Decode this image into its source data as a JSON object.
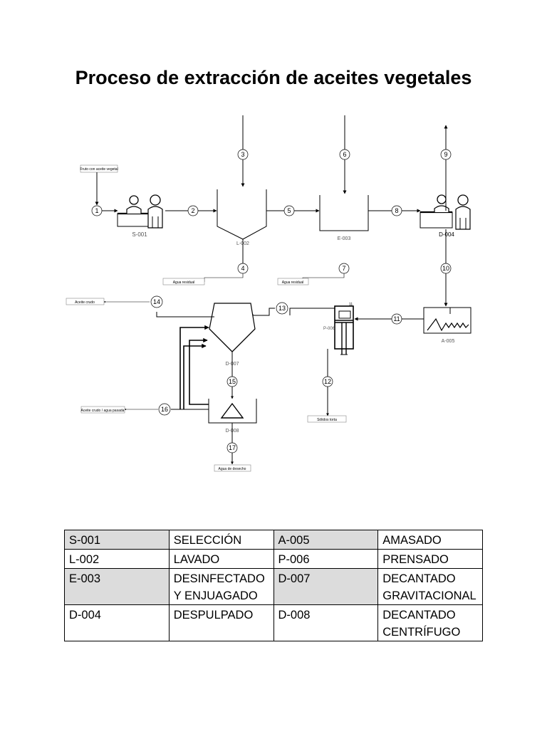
{
  "title": "Proceso de extracción de aceites vegetales",
  "diagram": {
    "streams": [
      "1",
      "2",
      "3",
      "4",
      "5",
      "6",
      "7",
      "8",
      "9",
      "10",
      "11",
      "12",
      "13",
      "14",
      "15",
      "16",
      "17"
    ],
    "equipment_tags": [
      "S-001",
      "L-002",
      "E-003",
      "D-004",
      "A-005",
      "P-006",
      "D-007",
      "D-008"
    ],
    "boxes": {
      "input": "Fruto con aceite vegetal",
      "agua_residual_1": "Agua residual",
      "agua_residual_2": "Agua residual",
      "aceite_crudo": "Aceite crudo",
      "aceite_agua": "Aceite crudo / agua pasada",
      "solidos": "Sólidos torta",
      "agua_desecho": "Agua de desecho"
    }
  },
  "legend": {
    "rows": [
      [
        "S-001",
        "SELECCIÓN",
        "A-005",
        "AMASADO"
      ],
      [
        "L-002",
        "LAVADO",
        "P-006",
        "PRENSADO"
      ],
      [
        "E-003",
        "DESINFECTADO\nY ENJUAGADO",
        "D-007",
        "DECANTADO\nGRAVITACIONAL"
      ],
      [
        "D-004",
        "DESPULPADO",
        "D-008",
        "DECANTADO\nCENTRÍFUGO"
      ]
    ]
  }
}
